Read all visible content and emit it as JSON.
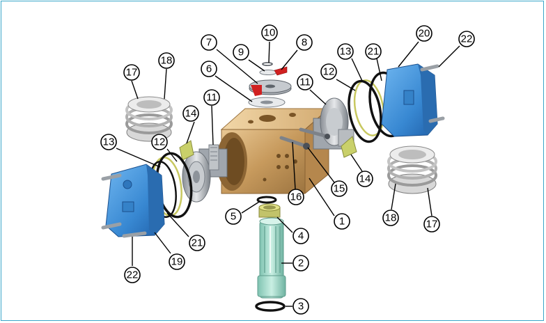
{
  "diagram": {
    "callouts": [
      {
        "id": "c1",
        "label": "1"
      },
      {
        "id": "c2",
        "label": "2"
      },
      {
        "id": "c3",
        "label": "3"
      },
      {
        "id": "c4",
        "label": "4"
      },
      {
        "id": "c5",
        "label": "5"
      },
      {
        "id": "c6",
        "label": "6"
      },
      {
        "id": "c7",
        "label": "7"
      },
      {
        "id": "c8",
        "label": "8"
      },
      {
        "id": "c9",
        "label": "9"
      },
      {
        "id": "c10",
        "label": "10"
      },
      {
        "id": "c11a",
        "label": "11"
      },
      {
        "id": "c11b",
        "label": "11"
      },
      {
        "id": "c12a",
        "label": "12"
      },
      {
        "id": "c12b",
        "label": "12"
      },
      {
        "id": "c13a",
        "label": "13"
      },
      {
        "id": "c13b",
        "label": "13"
      },
      {
        "id": "c14a",
        "label": "14"
      },
      {
        "id": "c14b",
        "label": "14"
      },
      {
        "id": "c15",
        "label": "15"
      },
      {
        "id": "c16",
        "label": "16"
      },
      {
        "id": "c17a",
        "label": "17"
      },
      {
        "id": "c17b",
        "label": "17"
      },
      {
        "id": "c18a",
        "label": "18"
      },
      {
        "id": "c18b",
        "label": "18"
      },
      {
        "id": "c19",
        "label": "19"
      },
      {
        "id": "c20",
        "label": "20"
      },
      {
        "id": "c21a",
        "label": "21"
      },
      {
        "id": "c21b",
        "label": "21"
      },
      {
        "id": "c22a",
        "label": "22"
      },
      {
        "id": "c22b",
        "label": "22"
      }
    ]
  },
  "colors": {
    "frame": "#3aa6c9",
    "body_bronze": "#c9a06a",
    "end_cap_blue": "#3d8fd6",
    "shaft_green": "#9fd6c6",
    "spring_gray": "#b9b9b9",
    "seal_yellow": "#c8c860",
    "oring_black": "#111111",
    "indicator_red": "#d02020"
  }
}
